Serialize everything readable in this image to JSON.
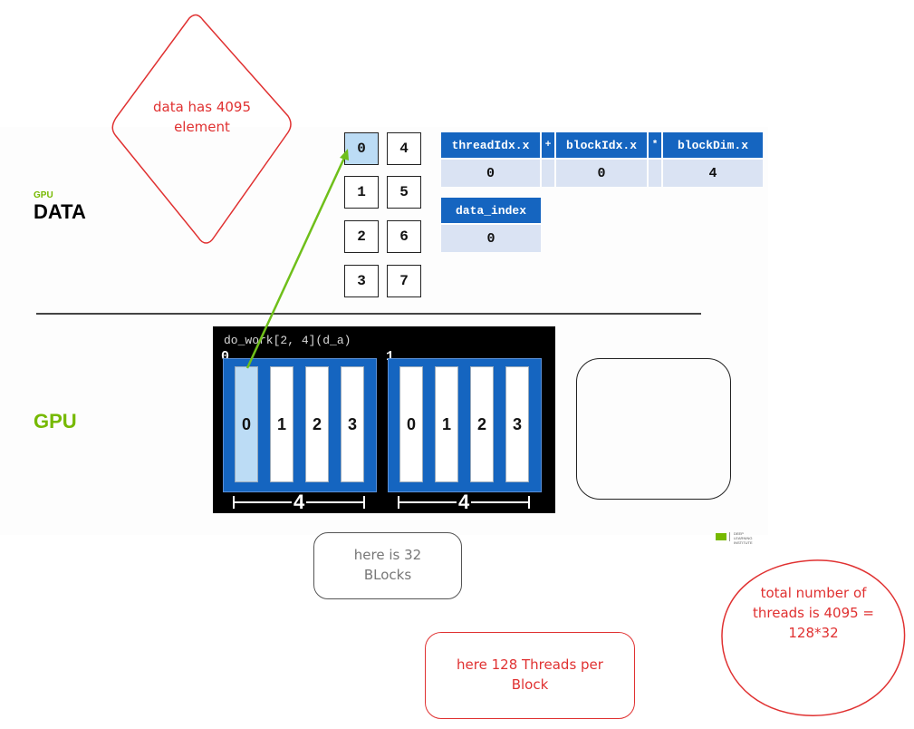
{
  "slide": {
    "label_gpu_small": "GPU",
    "label_data": "DATA",
    "label_gpu": "GPU"
  },
  "data_cells": [
    "0",
    "1",
    "2",
    "3",
    "4",
    "5",
    "6",
    "7"
  ],
  "active_data_cell": 0,
  "index_table": {
    "headers": [
      "threadIdx.x",
      "blockIdx.x",
      "blockDim.x"
    ],
    "operators": [
      "+",
      "*"
    ],
    "values": [
      "0",
      "0",
      "4"
    ],
    "data_index_header": "data_index",
    "data_index_value": "0"
  },
  "kernel": {
    "call": "do_work[2, 4](d_a)",
    "blocks": [
      {
        "id": "0",
        "threads": [
          "0",
          "1",
          "2",
          "3"
        ],
        "dim_label": "4"
      },
      {
        "id": "1",
        "threads": [
          "0",
          "1",
          "2",
          "3"
        ],
        "dim_label": "4"
      }
    ],
    "active_block": 0,
    "active_thread": 0
  },
  "annotations": {
    "diamond": "data has 4095 element",
    "gray_note": "here is 32 BLocks",
    "red_note": "here 128 Threads per Block",
    "circle": "total number of threads is 4095 = 128*32"
  },
  "colors": {
    "nvidia_green": "#76b900",
    "cuda_blue": "#1565c0",
    "highlight": "#bcdcf5",
    "annotation_red": "#e03131",
    "arrow_green": "#6fbf1a"
  },
  "logo_text": "DEEP LEARNING INSTITUTE"
}
